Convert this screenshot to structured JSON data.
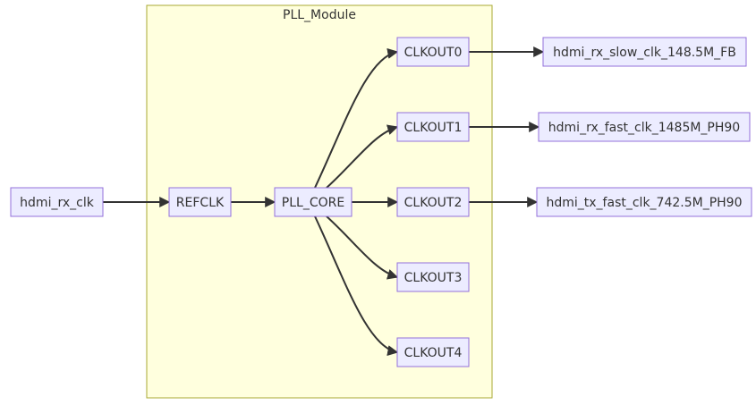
{
  "cluster": {
    "label": "PLL_Module"
  },
  "nodes": {
    "hdmi_rx_clk": "hdmi_rx_clk",
    "refclk": "REFCLK",
    "pll_core": "PLL_CORE",
    "clkout0": "CLKOUT0",
    "clkout1": "CLKOUT1",
    "clkout2": "CLKOUT2",
    "clkout3": "CLKOUT3",
    "clkout4": "CLKOUT4",
    "out0": "hdmi_rx_slow_clk_148.5M_FB",
    "out1": "hdmi_rx_fast_clk_1485M_PH90",
    "out2": "hdmi_tx_fast_clk_742.5M_PH90"
  },
  "edges": [
    [
      "hdmi_rx_clk",
      "refclk"
    ],
    [
      "refclk",
      "pll_core"
    ],
    [
      "pll_core",
      "clkout0"
    ],
    [
      "pll_core",
      "clkout1"
    ],
    [
      "pll_core",
      "clkout2"
    ],
    [
      "pll_core",
      "clkout3"
    ],
    [
      "pll_core",
      "clkout4"
    ],
    [
      "clkout0",
      "out0"
    ],
    [
      "clkout1",
      "out1"
    ],
    [
      "clkout2",
      "out2"
    ]
  ]
}
